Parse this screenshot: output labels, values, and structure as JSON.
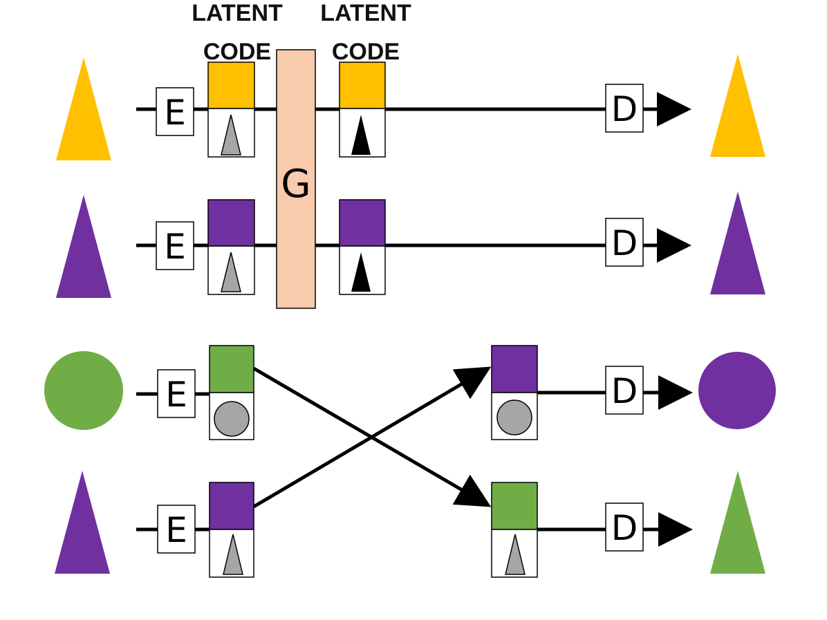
{
  "headers": [
    "LATENT\nCODE",
    "LATENT\nCODE"
  ],
  "generator_label": "G",
  "encoder_label": "E",
  "decoder_label": "D",
  "colors": {
    "yellow": "#ffc000",
    "purple": "#7030a0",
    "green": "#70ad47",
    "gray": "#a6a6a6",
    "black": "#000000",
    "generator": "#f8cbad"
  },
  "rows": [
    {
      "input": {
        "shape": "triangle",
        "color": "yellow"
      },
      "code_in": {
        "top": "yellow",
        "bottom": "gray-triangle"
      },
      "code_out": {
        "top": "yellow",
        "bottom": "black-triangle"
      },
      "output": {
        "shape": "triangle",
        "color": "yellow"
      }
    },
    {
      "input": {
        "shape": "triangle",
        "color": "purple"
      },
      "code_in": {
        "top": "purple",
        "bottom": "gray-triangle"
      },
      "code_out": {
        "top": "purple",
        "bottom": "black-triangle"
      },
      "output": {
        "shape": "triangle",
        "color": "purple"
      }
    },
    {
      "input": {
        "shape": "circle",
        "color": "green"
      },
      "code_in": {
        "top": "green",
        "bottom": "gray-circle"
      },
      "code_out": {
        "top": "purple",
        "bottom": "gray-circle"
      },
      "output": {
        "shape": "circle",
        "color": "purple"
      }
    },
    {
      "input": {
        "shape": "triangle",
        "color": "purple"
      },
      "code_in": {
        "top": "purple",
        "bottom": "gray-triangle"
      },
      "code_out": {
        "top": "green",
        "bottom": "gray-triangle"
      },
      "output": {
        "shape": "triangle",
        "color": "green"
      }
    }
  ]
}
